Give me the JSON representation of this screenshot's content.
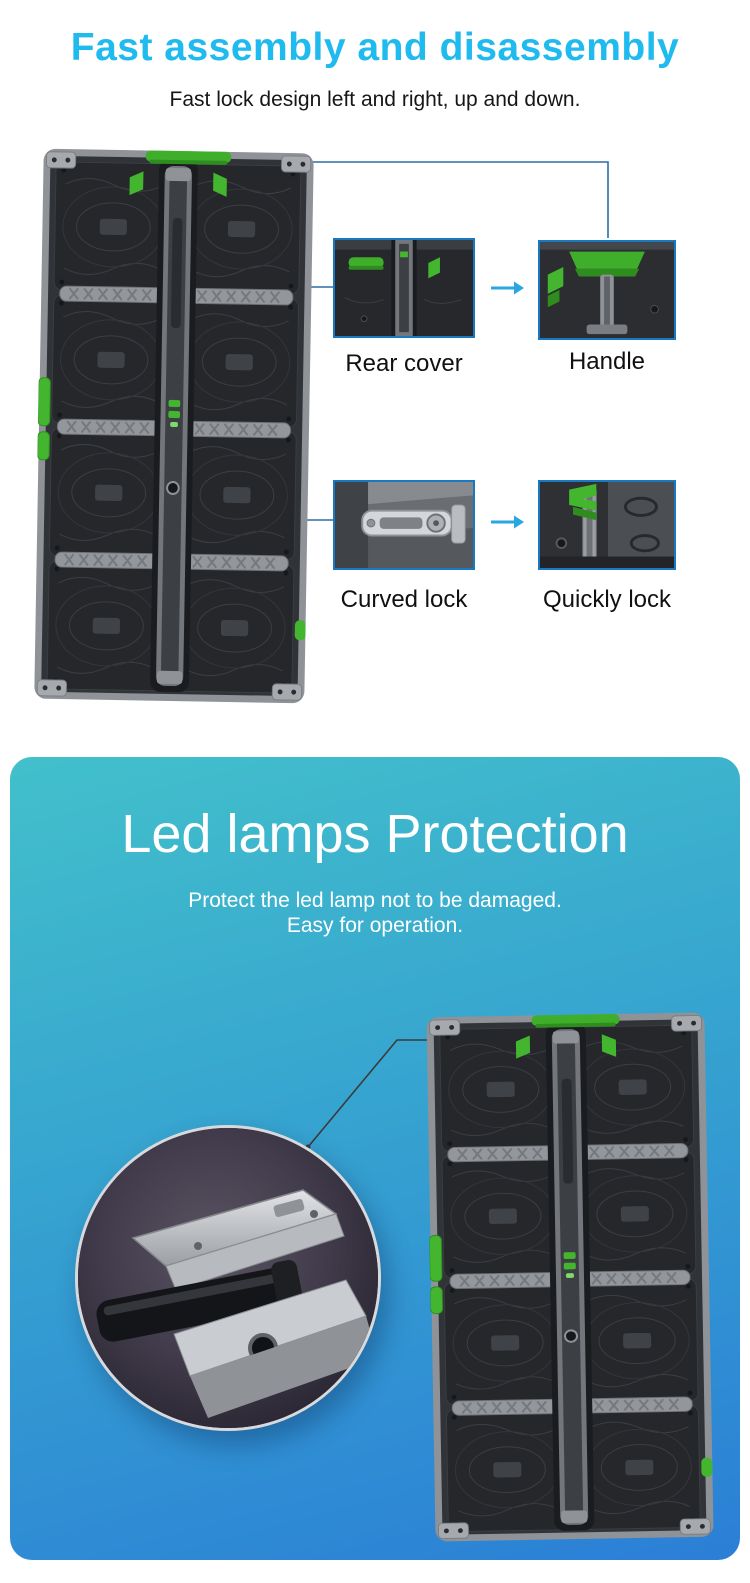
{
  "assembly": {
    "title": "Fast assembly and disassembly",
    "subtitle": "Fast lock design left and right, up and down.",
    "callouts": {
      "rear_cover": "Rear cover",
      "handle": "Handle",
      "curved_lock": "Curved lock",
      "quickly_lock": "Quickly lock"
    }
  },
  "protection": {
    "title": "Led lamps Protection",
    "subtitle_line1": "Protect the led lamp not to be damaged.",
    "subtitle_line2": "Easy for operation."
  },
  "colors": {
    "title_accent": "#1fbaee",
    "callout_frame": "#1879c0",
    "arrow": "#2aa7e0",
    "connector_line": "#2d6da5",
    "panel_green": "#43b52e",
    "protection_gradient_start": "#42c0cb",
    "protection_gradient_end": "#2b7fd6"
  }
}
